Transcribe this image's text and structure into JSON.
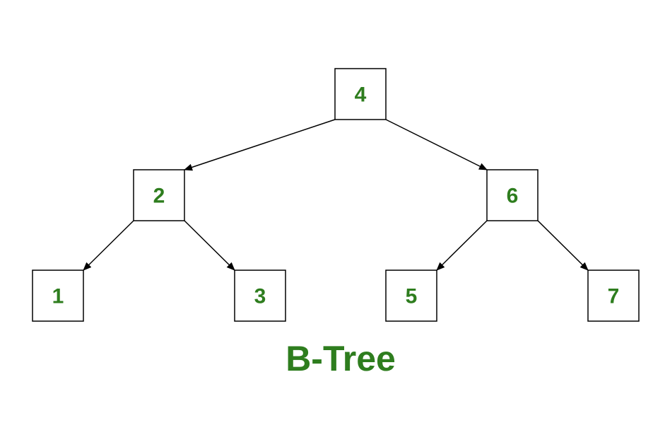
{
  "colors": {
    "label": "#2e7d1e",
    "title": "#2e7d1e",
    "stroke": "#000000",
    "background": "#ffffff"
  },
  "title": "B-Tree",
  "nodes": [
    {
      "id": "n4",
      "label": "4"
    },
    {
      "id": "n2",
      "label": "2"
    },
    {
      "id": "n6",
      "label": "6"
    },
    {
      "id": "n1",
      "label": "1"
    },
    {
      "id": "n3",
      "label": "3"
    },
    {
      "id": "n5",
      "label": "5"
    },
    {
      "id": "n7",
      "label": "7"
    }
  ],
  "edges": [
    {
      "from": "n4",
      "to": "n2"
    },
    {
      "from": "n4",
      "to": "n6"
    },
    {
      "from": "n2",
      "to": "n1"
    },
    {
      "from": "n2",
      "to": "n3"
    },
    {
      "from": "n6",
      "to": "n5"
    },
    {
      "from": "n6",
      "to": "n7"
    }
  ]
}
